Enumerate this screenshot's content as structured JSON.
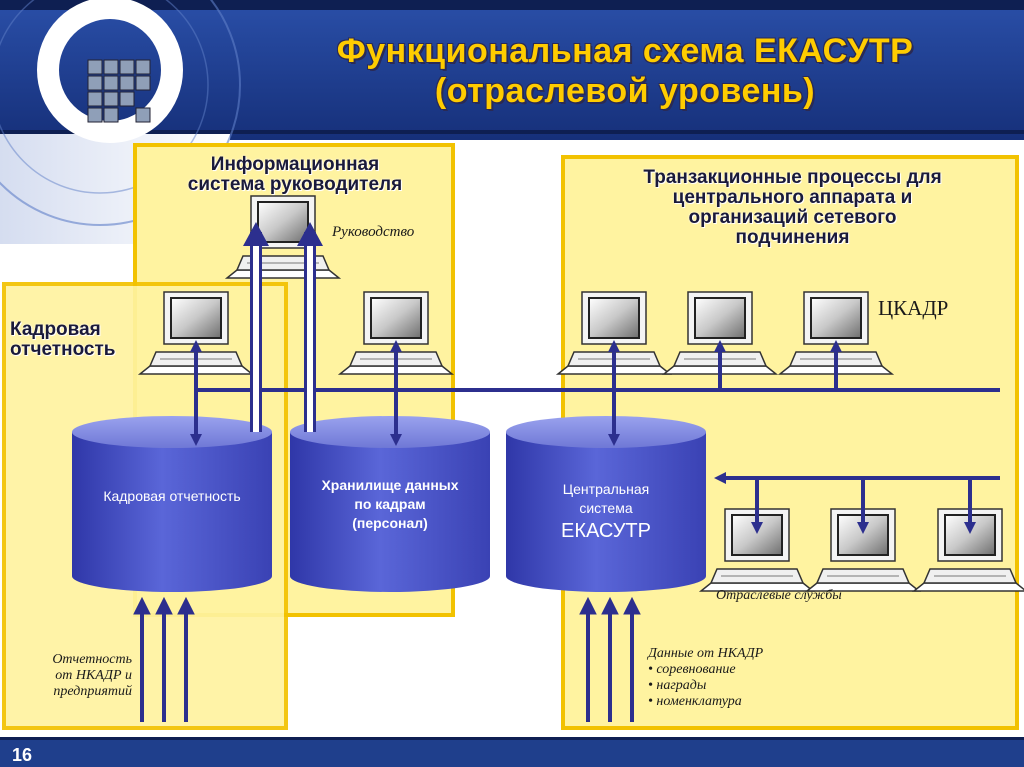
{
  "title": {
    "line1": "Функциональная схема ЕКАСУТР",
    "line2": "(отраслевой уровень)"
  },
  "panels": {
    "executive": {
      "line1": "Информационная",
      "line2": "система руководителя"
    },
    "hr_reporting": {
      "line1": "Кадровая",
      "line2": "отчетность"
    },
    "transactions": {
      "line1": "Транзакционные процессы для",
      "line2": "центрального аппарата и",
      "line3": "организаций сетевого",
      "line4": "подчинения"
    }
  },
  "labels": {
    "management": "Руководство",
    "tskadr": "ЦКАДР",
    "branch_services": "Отраслевые службы",
    "reports_in": {
      "line1": "Отчетность",
      "line2": "от НКАДР и",
      "line3": "предприятий"
    },
    "nkadr_data": {
      "heading": "Данные от НКАДР",
      "items": [
        "соревнование",
        "награды",
        "номенклатура"
      ]
    }
  },
  "databases": {
    "hr_reporting": {
      "line1": "Кадровая отчетность"
    },
    "warehouse": {
      "line1": "Хранилище данных",
      "line2": "по кадрам",
      "line3": "(персонал)"
    },
    "central": {
      "line1": "Центральная",
      "line2": "система",
      "line3": "ЕКАСУТР"
    }
  },
  "footer": {
    "page_number": "16"
  },
  "colors": {
    "header_bar": "#1f3f8c",
    "panel_fill": "#fff3a0",
    "panel_border": "#f2c200",
    "cylinder": "#4a55c8",
    "arrow": "#2c2f8e",
    "title": "#ffcc00"
  }
}
